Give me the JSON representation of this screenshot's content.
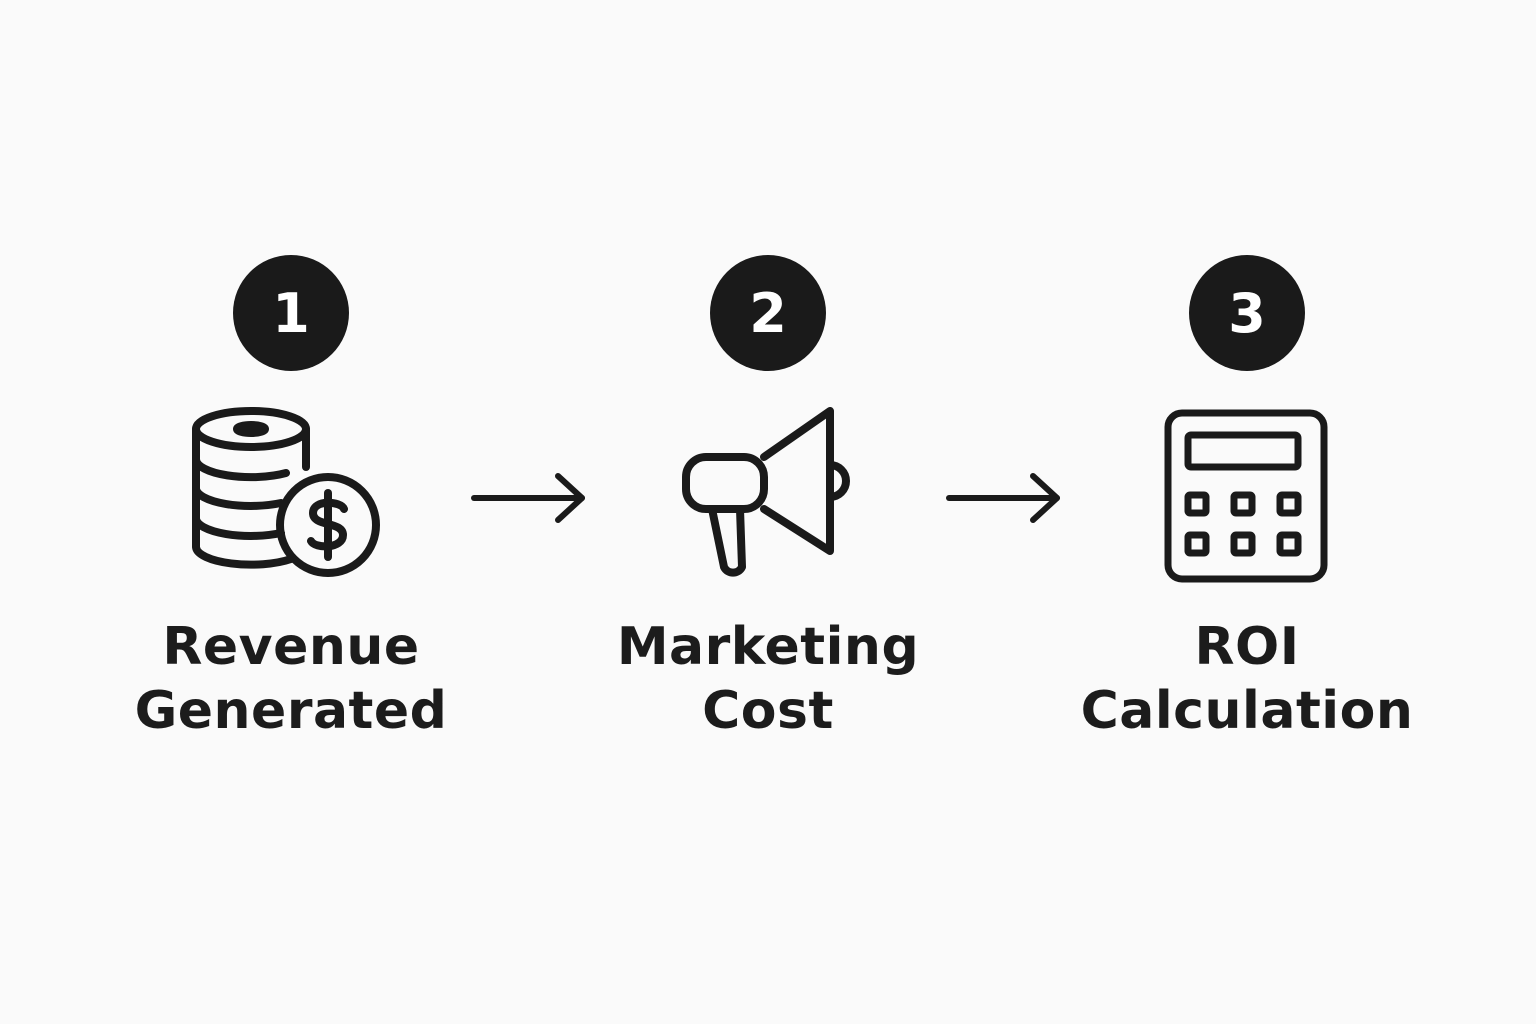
{
  "steps": [
    {
      "number": "1",
      "icon": "coins-dollar-icon",
      "label_line1": "Revenue",
      "label_line2": "Generated"
    },
    {
      "number": "2",
      "icon": "megaphone-icon",
      "label_line1": "Marketing",
      "label_line2": "Cost"
    },
    {
      "number": "3",
      "icon": "calculator-icon",
      "label_line1": "ROI",
      "label_line2": "Calculation"
    }
  ],
  "colors": {
    "ink": "#1a1a1a",
    "background": "#fafafa",
    "badge_text": "#ffffff"
  }
}
